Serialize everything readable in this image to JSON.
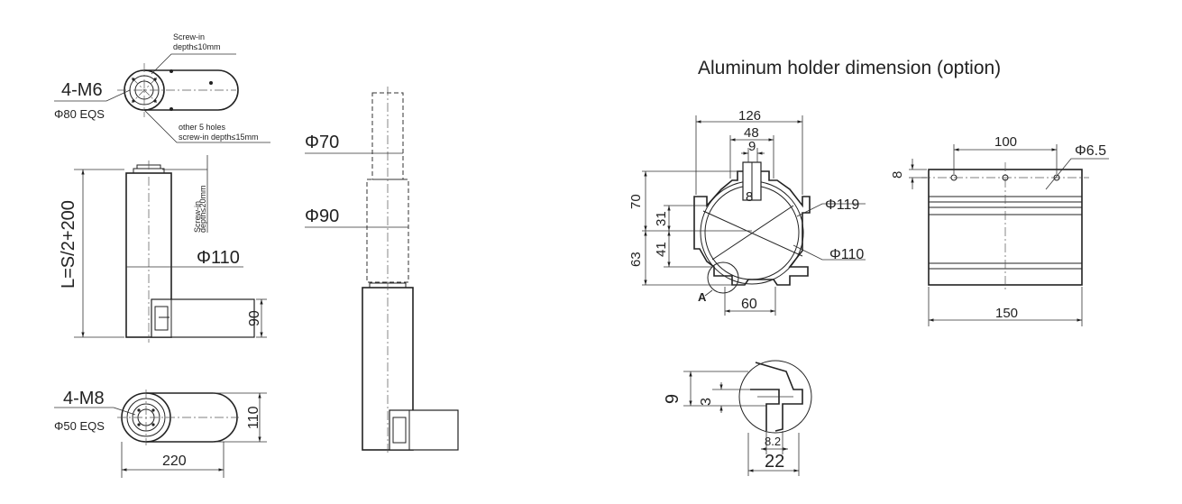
{
  "title": "Aluminum holder dimension (option)",
  "top_view": {
    "thread": "4-M6",
    "pcd": "Φ80  EQS",
    "note_top_1": "Screw-in",
    "note_top_2": "depth≤10mm",
    "note_bottom_1": "other 5 holes",
    "note_bottom_2": "screw-in depth≤15mm"
  },
  "side_view": {
    "length": "L=S/2+200",
    "diameter": "Φ110",
    "screw_note_1": "Screw-in",
    "screw_note_2": "depth≤20mm",
    "motor_height": "90"
  },
  "bottom_view": {
    "thread": "4-M8",
    "pcd": "Φ50  EQS",
    "height": "110",
    "width": "220"
  },
  "extended_view": {
    "phi70": "Φ70",
    "phi90": "Φ90"
  },
  "holder_front": {
    "d126": "126",
    "d48": "48",
    "d9": "9",
    "d8": "8",
    "d70": "70",
    "d31": "31",
    "d41": "41",
    "d63": "63",
    "phi119": "Φ119",
    "phi110": "Φ110",
    "d60": "60",
    "detail_mark": "A"
  },
  "holder_side": {
    "d100": "100",
    "phi65": "Φ6.5",
    "d8": "8",
    "d150": "150"
  },
  "detail_a": {
    "d9": "9",
    "d3": "3",
    "d82": "8.2",
    "d22": "22"
  }
}
